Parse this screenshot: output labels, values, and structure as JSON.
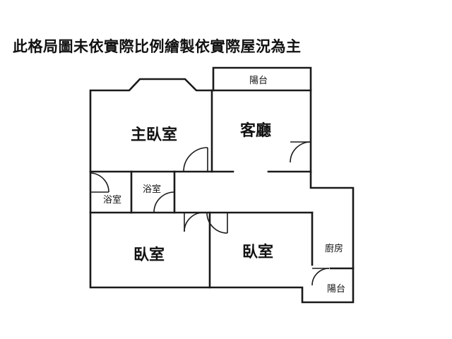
{
  "note": "此格局圖未依實際比例繪製依實際屋況為主",
  "rooms": {
    "balcony_top": "陽台",
    "master_bedroom": "主臥室",
    "living_room": "客廳",
    "bath_1": "浴室",
    "bath_2": "浴室",
    "bedroom_1": "臥室",
    "bedroom_2": "臥室",
    "kitchen": "廚房",
    "balcony_bottom": "陽台"
  }
}
